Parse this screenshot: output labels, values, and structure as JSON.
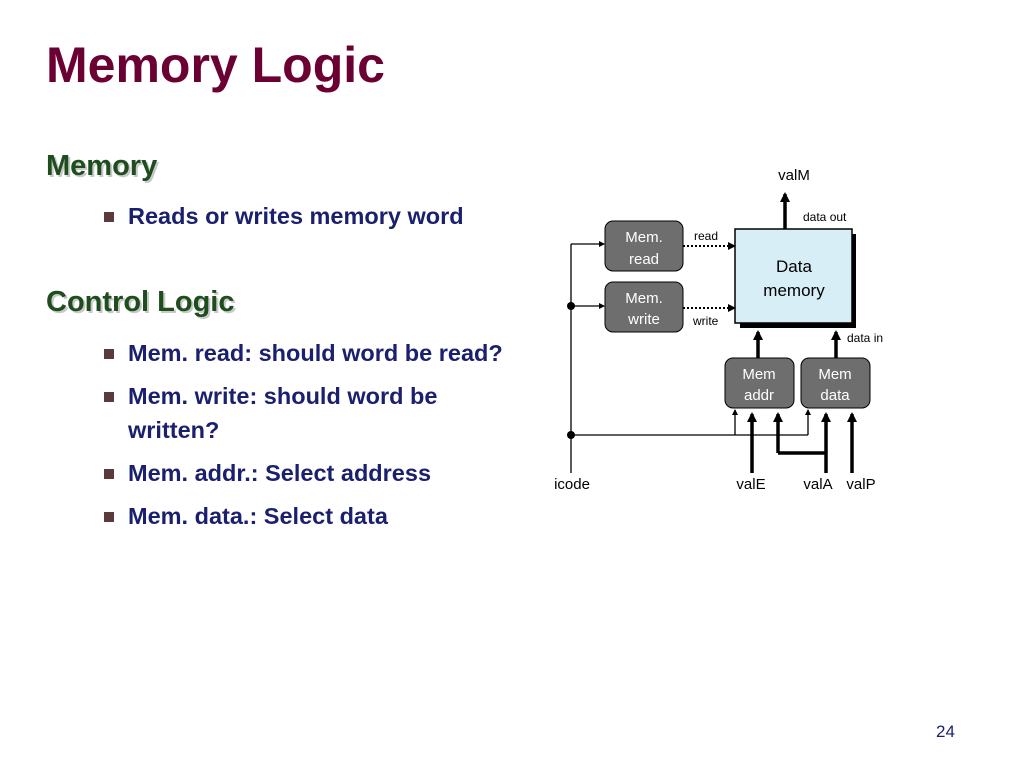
{
  "slide": {
    "title": "Memory Logic",
    "page_number": "24"
  },
  "sections": [
    {
      "heading": "Memory",
      "bullets": [
        "Reads or writes memory word"
      ]
    },
    {
      "heading": "Control Logic",
      "bullets": [
        "Mem. read: should word be read?",
        "Mem. write: should word be written?",
        "Mem. addr.: Select address",
        "Mem. data.: Select data"
      ]
    }
  ],
  "diagram": {
    "blocks": {
      "mem_read": [
        "Mem.",
        "read"
      ],
      "mem_write": [
        "Mem.",
        "write"
      ],
      "data_memory": [
        "Data",
        "memory"
      ],
      "mem_addr": [
        "Mem",
        "addr"
      ],
      "mem_data": [
        "Mem",
        "data"
      ]
    },
    "labels": {
      "read": "read",
      "write": "write",
      "data_out": "data out",
      "data_in": "data in",
      "valM": "valM",
      "icode": "icode",
      "valE": "valE",
      "valA": "valA",
      "valP": "valP"
    },
    "colors": {
      "control_block_fill": "#6e6e6e",
      "data_memory_fill": "#d8eef6",
      "title": "#6b0032",
      "heading": "#1e4d1e",
      "body_text": "#1a1f6e"
    }
  }
}
